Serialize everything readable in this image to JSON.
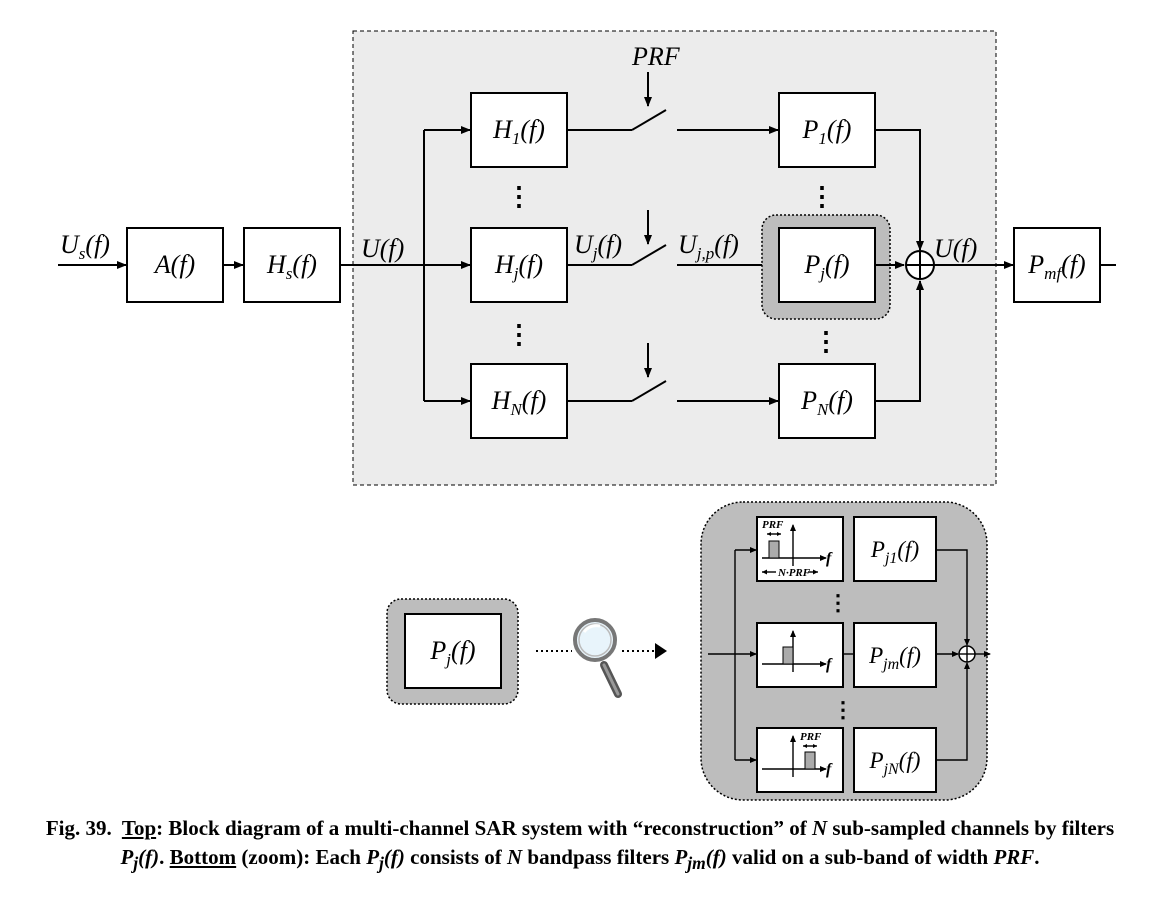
{
  "top": {
    "input_label": "U",
    "input_sub": "s",
    "input_arg": "(f)",
    "a_block": "A(f)",
    "hs_block_main": "H",
    "hs_block_sub": "s",
    "hs_block_arg": "(f)",
    "u_label": "U(f)",
    "prf_label": "PRF",
    "h1_main": "H",
    "h1_sub": "1",
    "h1_arg": "(f)",
    "hj_main": "H",
    "hj_sub": "j",
    "hj_arg": "(f)",
    "hn_main": "H",
    "hn_sub": "N",
    "hn_arg": "(f)",
    "uj_main": "U",
    "uj_sub": "j",
    "uj_arg": "(f)",
    "ujp_main": "U",
    "ujp_sub": "j,p",
    "ujp_arg": "(f)",
    "p1_main": "P",
    "p1_sub": "1",
    "p1_arg": "(f)",
    "pj_main": "P",
    "pj_sub": "j",
    "pj_arg": "(f)",
    "pn_main": "P",
    "pn_sub": "N",
    "pn_arg": "(f)",
    "u_out_label": "U(f)",
    "pmf_main": "P",
    "pmf_sub": "mf",
    "pmf_arg": "(f)",
    "dots": "⋮"
  },
  "bottom": {
    "pj_main": "P",
    "pj_sub": "j",
    "pj_arg": "(f)",
    "prf": "PRF",
    "nprf": "N·PRF",
    "f": "f",
    "pj1_main": "P",
    "pj1_sub": "j1",
    "pj1_arg": "(f)",
    "pjm_main": "P",
    "pjm_sub": "jm",
    "pjm_arg": "(f)",
    "pjn_main": "P",
    "pjn_sub": "jN",
    "pjn_arg": "(f)"
  },
  "caption": {
    "fig": "Fig. 39.",
    "top_word": "Top",
    "part1": ": Block diagram of a multi-channel SAR system with “reconstruction” of ",
    "n1": "N",
    "part2": " sub-sampled channels by filters ",
    "pj_p": "P",
    "pj_sub": "j",
    "pj_f": "(f)",
    "part3": ". ",
    "bottom_word": "Bottom",
    "part4": " (zoom): Each ",
    "pj2_p": "P",
    "pj2_sub": "j",
    "pj2_f": "(f)",
    "part5": " consists of ",
    "n2": "N",
    "part6": " bandpass filters ",
    "pjm_p": "P",
    "pjm_sub": "jm",
    "pjm_f": "(f)",
    "part7": " valid on a sub-band of width ",
    "prf": "PRF",
    "part8": "."
  }
}
